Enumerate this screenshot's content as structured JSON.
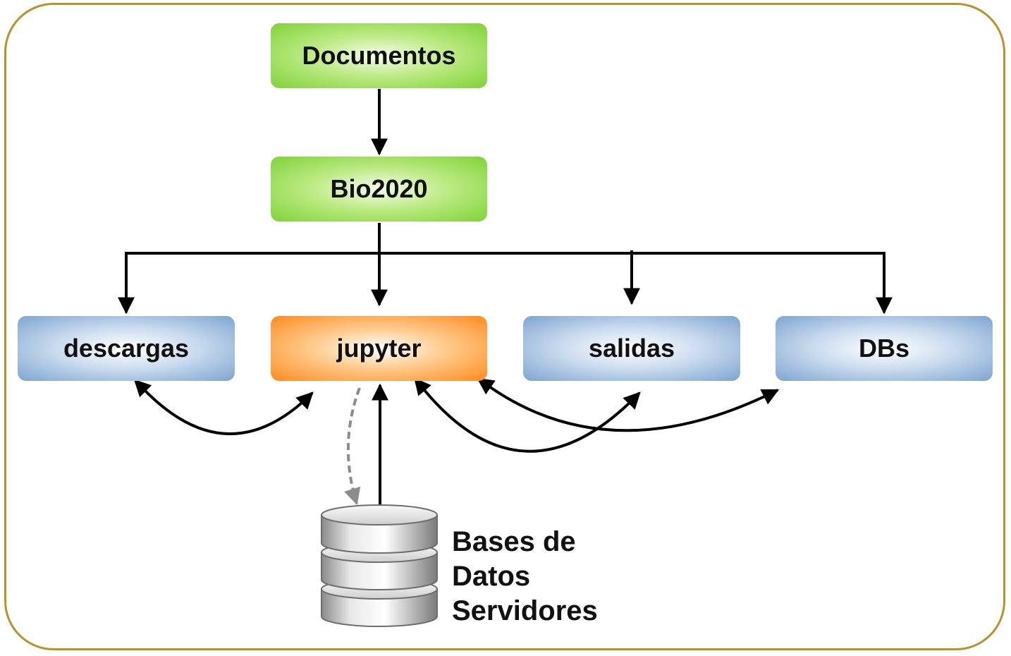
{
  "nodes": {
    "documentos": "Documentos",
    "bio2020": "Bio2020",
    "descargas": "descargas",
    "jupyter": "jupyter",
    "salidas": "salidas",
    "dbs": "DBs"
  },
  "database": {
    "icon": "database-icon",
    "label_lines": [
      "Bases de",
      "Datos",
      "Servidores"
    ]
  },
  "colors": {
    "frame": "#b8922e",
    "green_node": "#7fd23a",
    "blue_node": "#7ea4d0",
    "orange_node": "#ff8a1e",
    "arrow": "#000000",
    "dashed_arrow": "#8c8c8c"
  }
}
